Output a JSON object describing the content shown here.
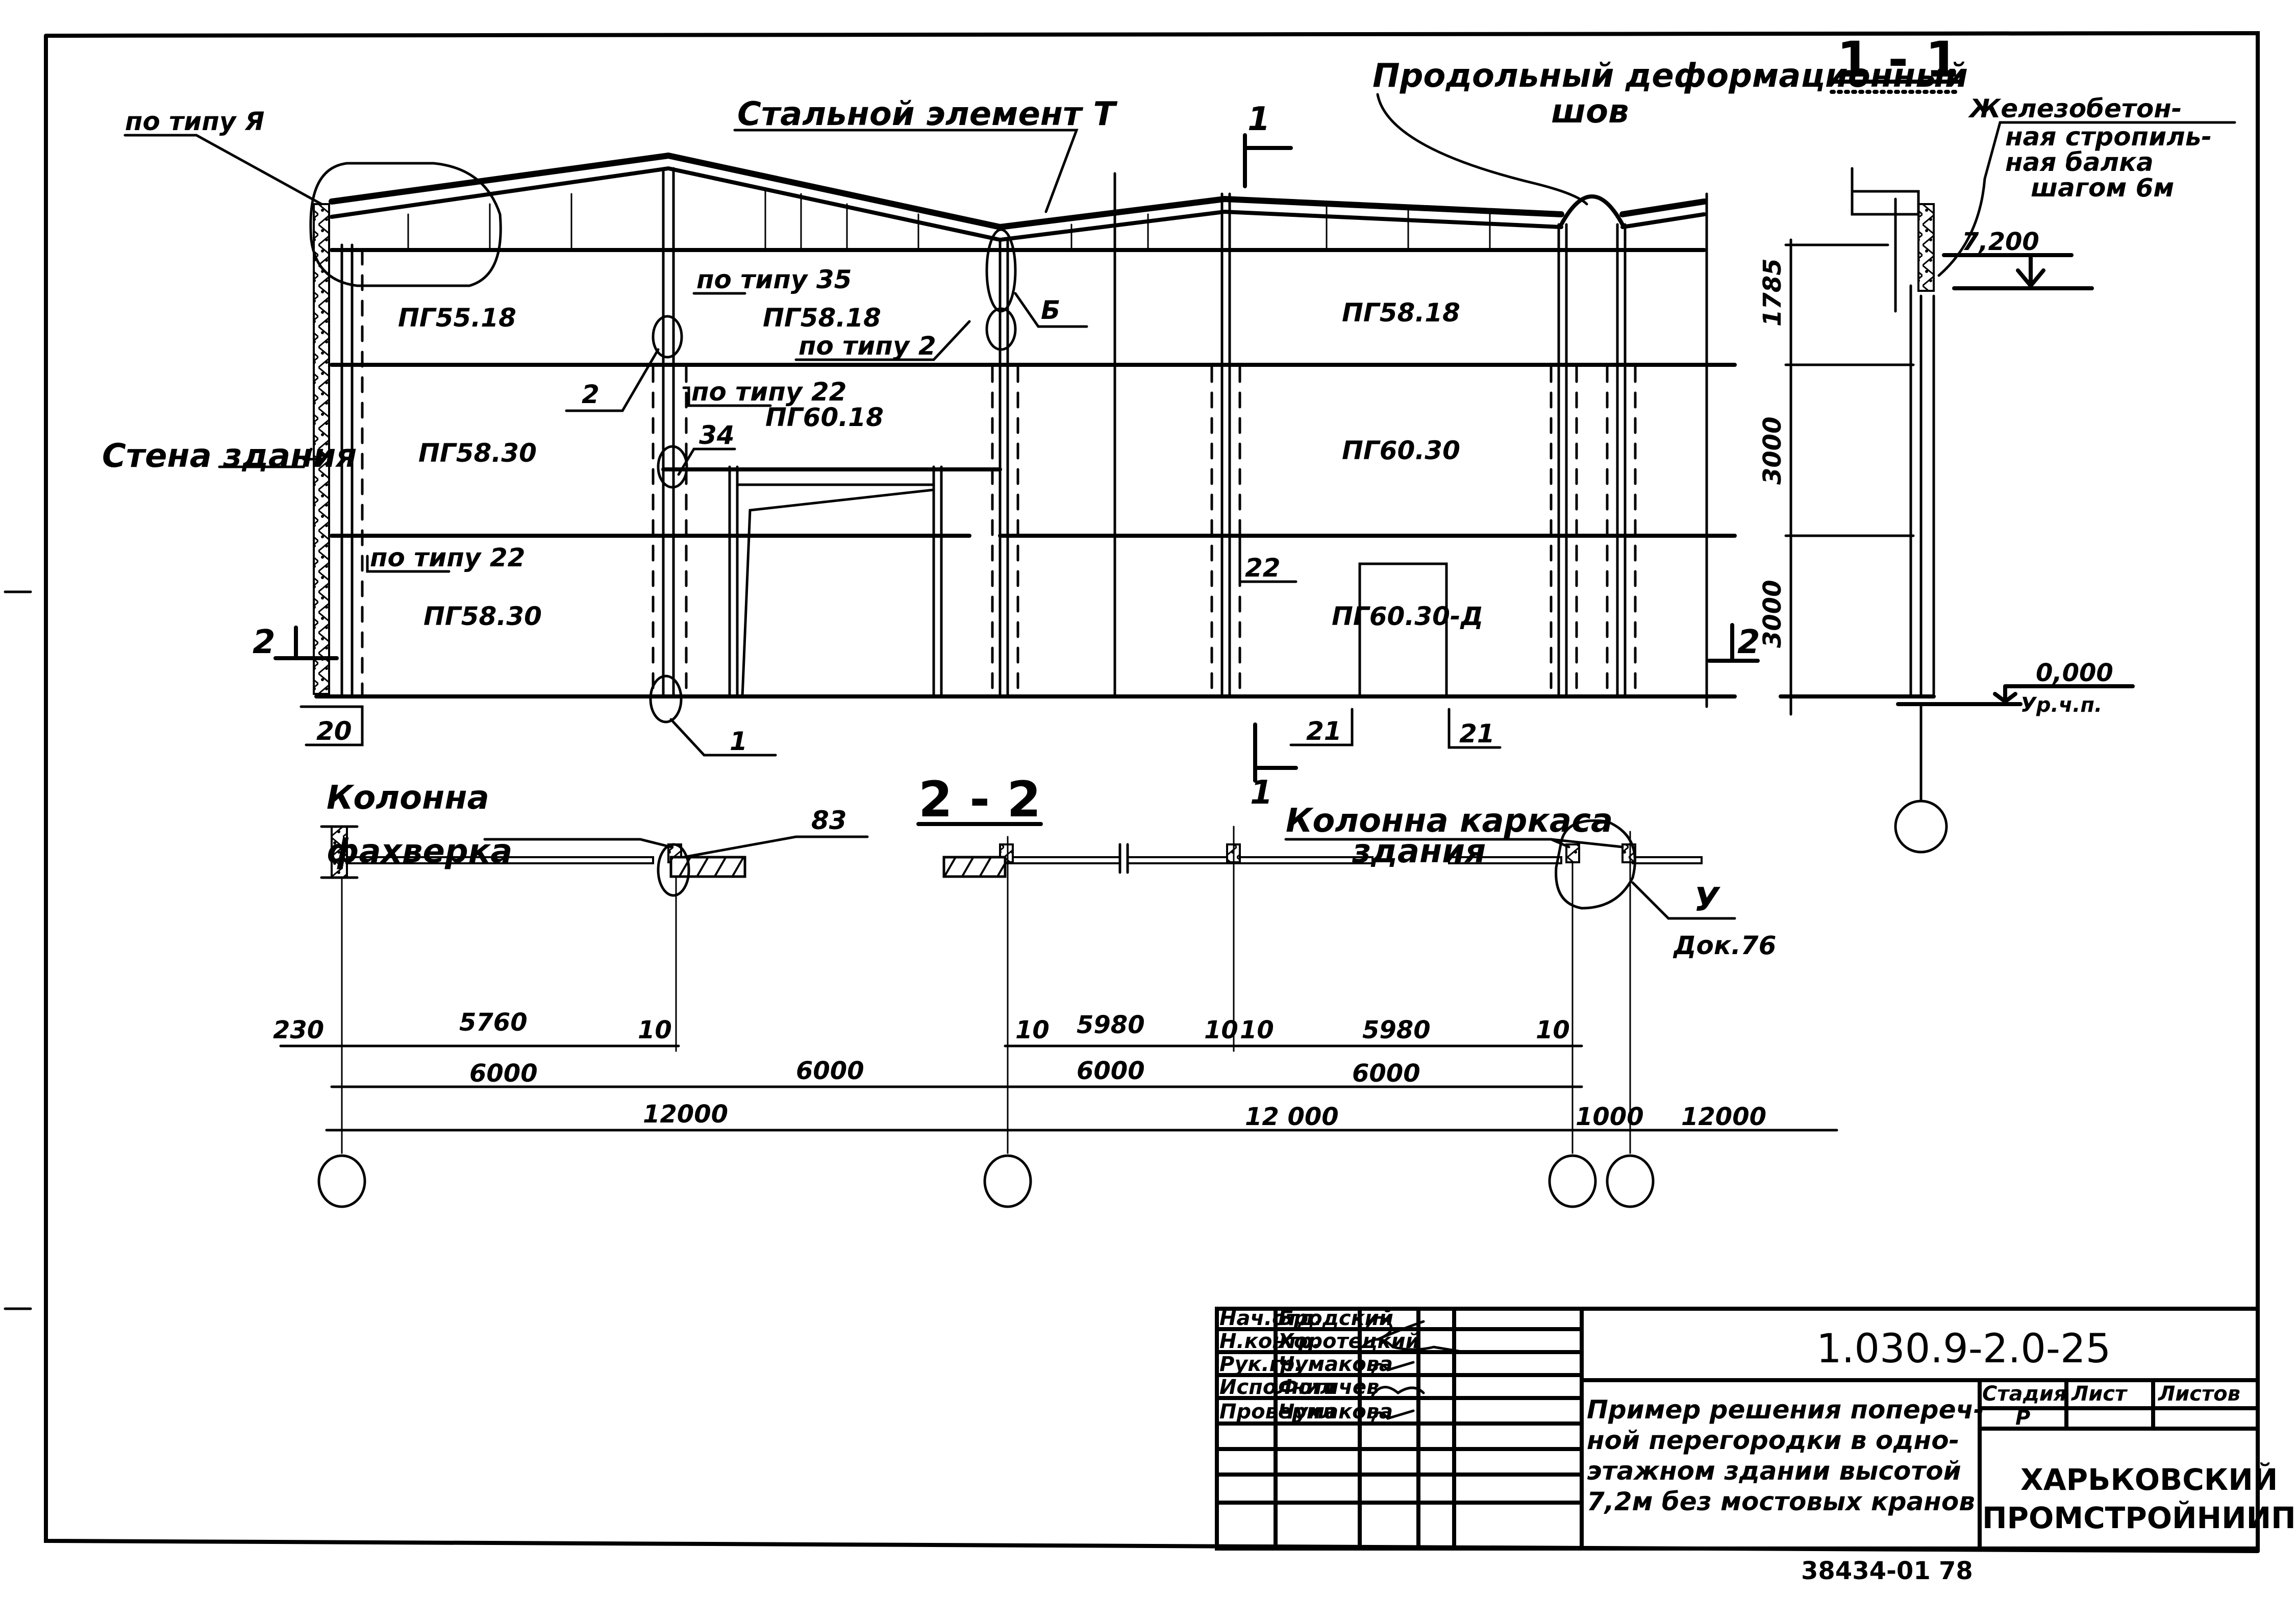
{
  "elevation": {
    "callouts": {
      "type_ya": "по типу Я",
      "steel_element": "Стальной элемент Т",
      "long_joint_line1": "Продольный деформационный",
      "long_joint_line2": "шов",
      "type_35": "по типу 35",
      "type_2": "по типу 2",
      "type_22_a": "по типу 22",
      "type_22_b": "по типу 22",
      "b_mark": "Б",
      "wall": "Стена здания",
      "node_2": "2",
      "node_34": "34",
      "node_1": "1",
      "node_20": "20",
      "node_22": "22",
      "node_21a": "21",
      "node_21b": "21"
    },
    "panels": {
      "p1": "ПГ55.18",
      "p2": "ПГ58.18",
      "p3": "ПГ58.18",
      "p4": "ПГ58.30",
      "p5": "ПГ60.18",
      "p6": "ПГ60.30",
      "p7": "ПГ58.30",
      "p8": "ПГ60.30-Д"
    },
    "section_marks": {
      "s1_top": "1",
      "s1_bottom": "1",
      "s2_left": "2",
      "s2_right": "2"
    }
  },
  "section_1_1": {
    "title": "1 - 1",
    "beam_label": [
      "Железобетон-",
      "ная стропиль-",
      "ная балка",
      "шагом 6м"
    ],
    "elev_top": "7,200",
    "elev_zero": "0,000",
    "elev_zero_note": "Ур.ч.п.",
    "dims": [
      "1785",
      "3000",
      "3000"
    ]
  },
  "section_2_2": {
    "title": "2 - 2",
    "col_fachwerk": [
      "Колонна",
      "фахверка"
    ],
    "col_frame": [
      "Колонна каркаса",
      "здания"
    ],
    "node_83": "83",
    "node_u": "У",
    "doc_ref": "Док.76",
    "dims_row1": [
      "230",
      "5760",
      "10",
      "10",
      "5980",
      "10",
      "10",
      "5980",
      "10"
    ],
    "dims_row2": [
      "6000",
      "6000",
      "6000",
      "6000"
    ],
    "dims_row3": [
      "12000",
      "12 000",
      "1000",
      "12000"
    ]
  },
  "title_block": {
    "roles": [
      "Нач.отд.",
      "Н.контр.",
      "Рук.гр.",
      "Исполнил",
      "Проверил"
    ],
    "names": [
      "Бродский",
      "Хоротецкий",
      "Чумакова",
      "Фотичев",
      "Чумакова"
    ],
    "code": "1.030.9-2.0-25",
    "description": [
      "Пример решения попереч-",
      "ной перегородки в одно-",
      "этажном здании высотой",
      "7,2м без мостовых кранов"
    ],
    "stage_header": "Стадия",
    "sheet_header": "Лист",
    "sheets_header": "Листов",
    "stage_value": "Р",
    "sheet_value": "",
    "sheets_value": "",
    "org_line1": "ХАРЬКОВСКИЙ",
    "org_line2": "ПРОМСТРОЙНИИПРОЕКТ"
  },
  "footer": {
    "inventory": "38434-01",
    "page": "78"
  }
}
